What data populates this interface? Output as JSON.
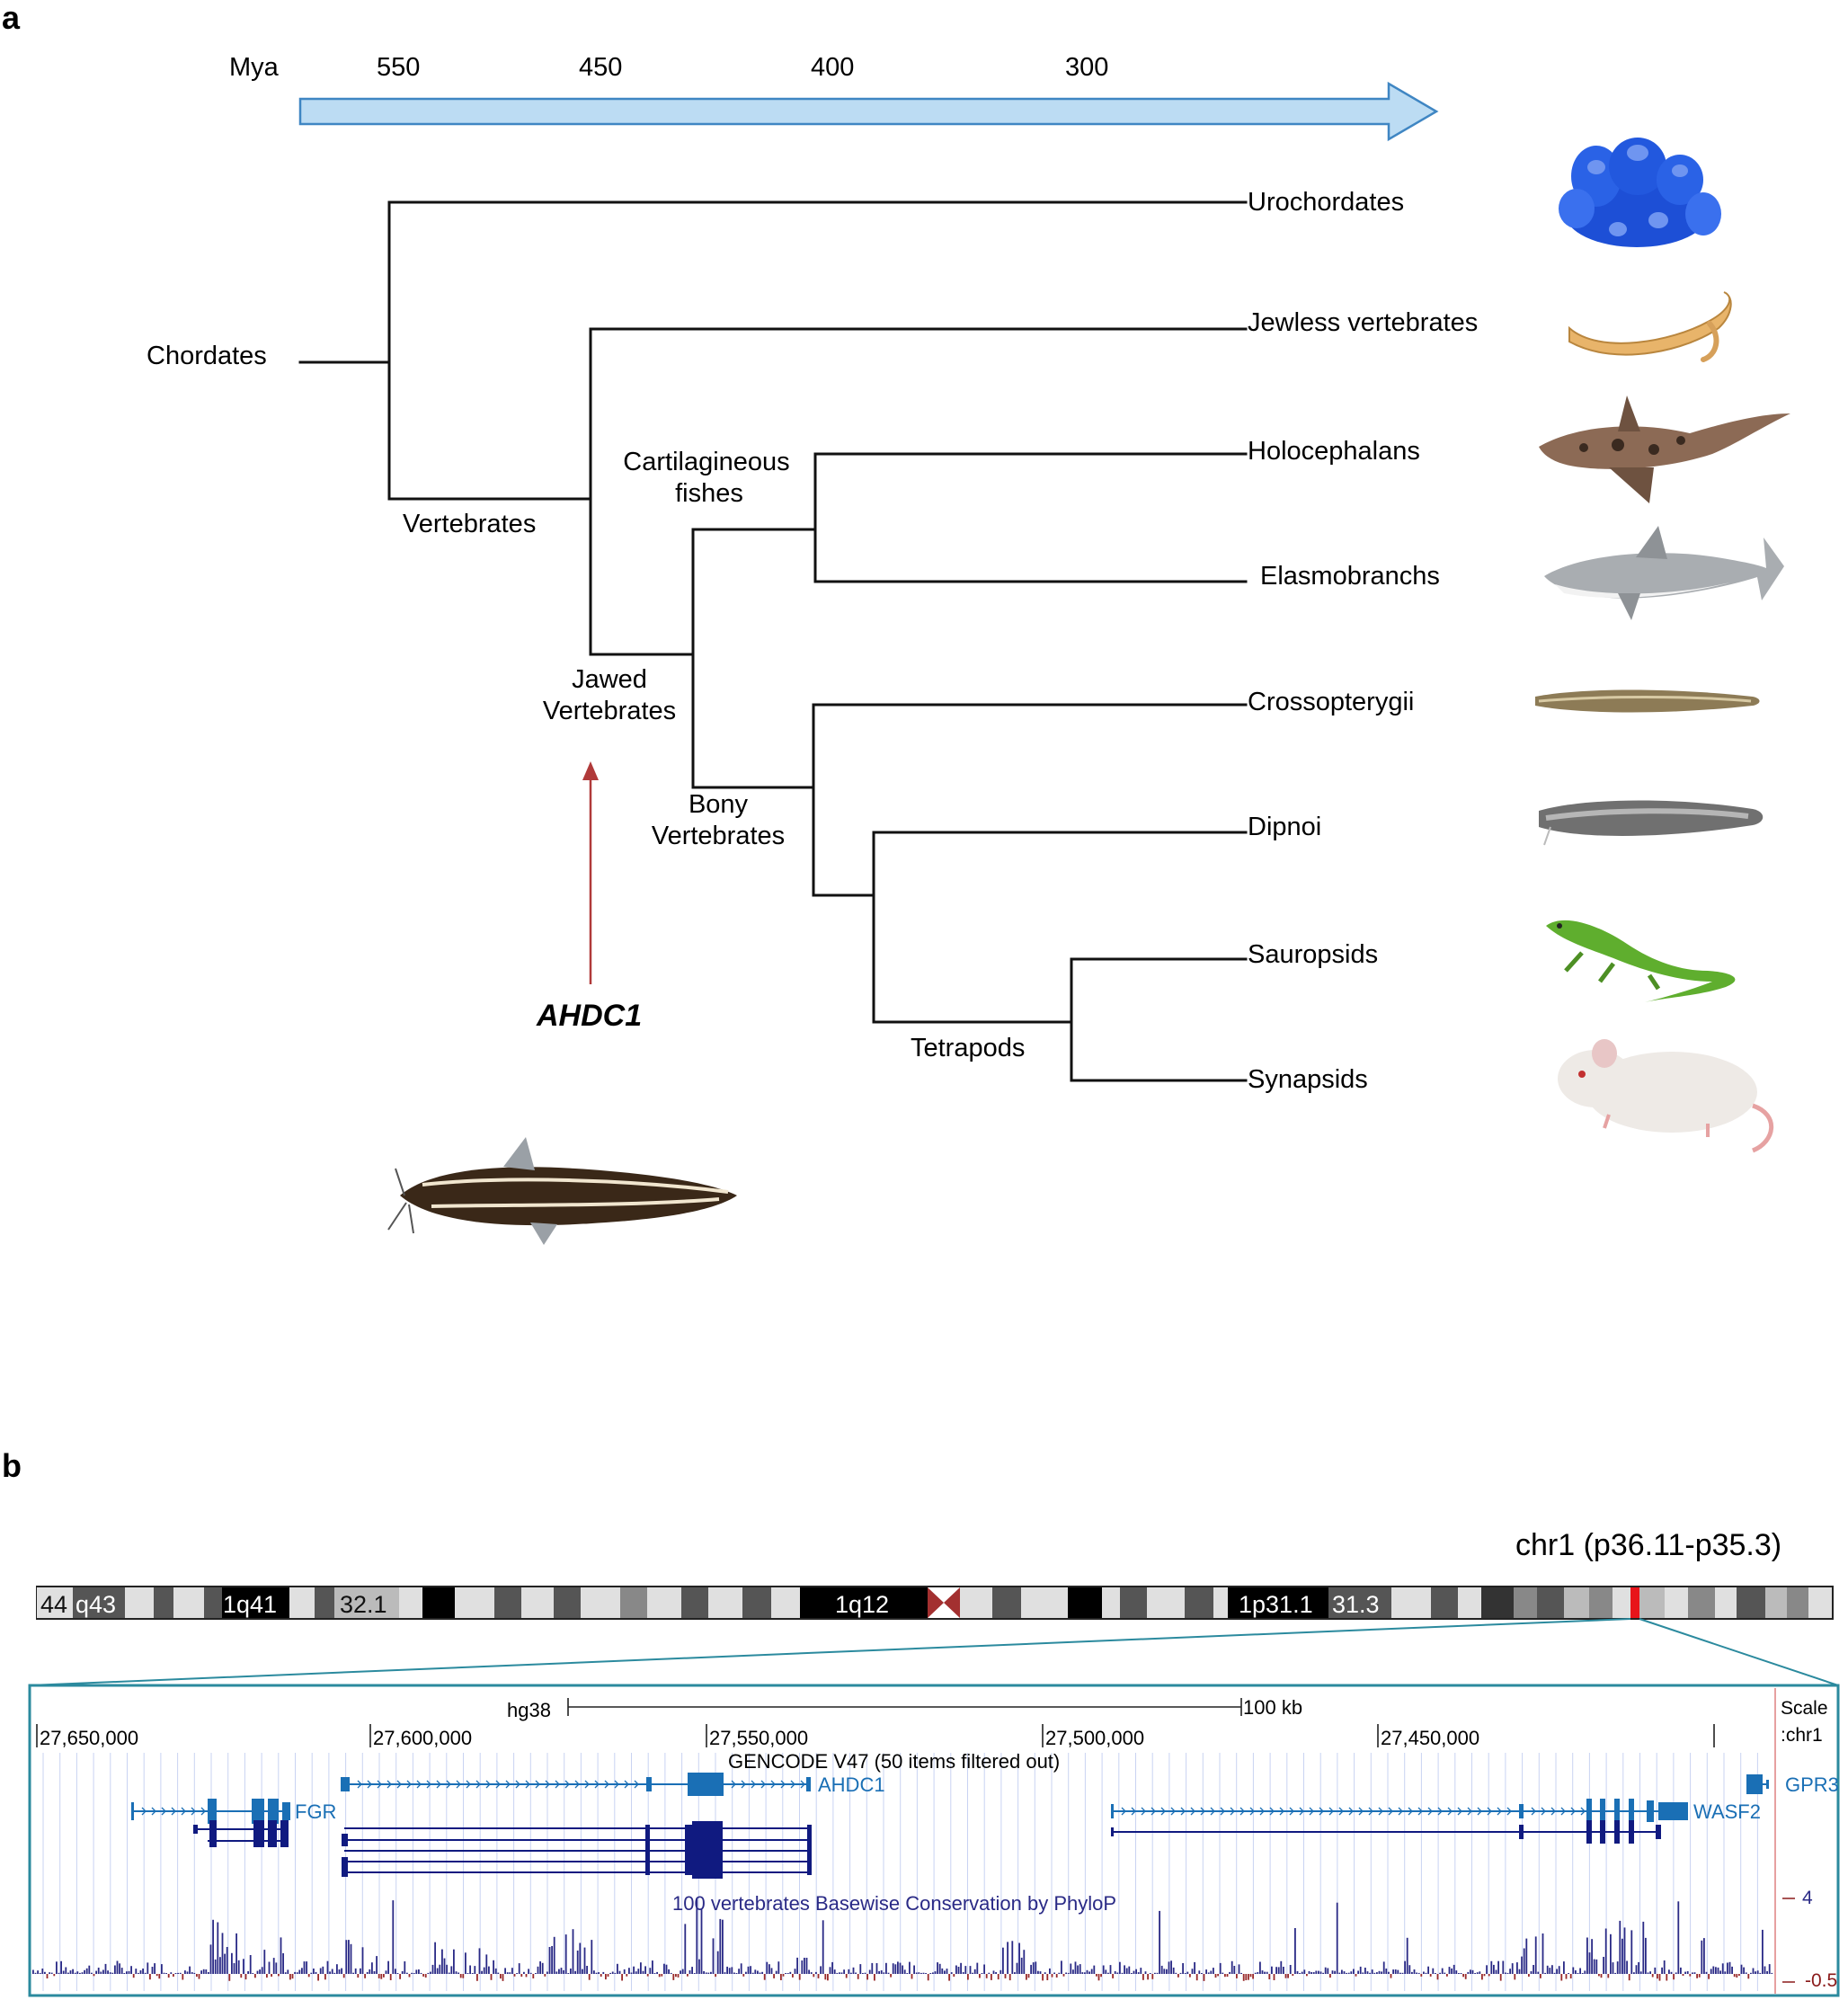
{
  "panel_a": {
    "label": "a",
    "timeline": {
      "unit": "Mya",
      "ticks": [
        "550",
        "450",
        "400",
        "300"
      ]
    },
    "clades": {
      "chordates": "Chordates",
      "vertebrates": "Vertebrates",
      "jawed_line1": "Jawed",
      "jawed_line2": "Vertebrates",
      "cartilaginous_line1": "Cartilagineous",
      "cartilaginous_line2": "fishes",
      "bony_line1": "Bony",
      "bony_line2": "Vertebrates",
      "tetrapods": "Tetrapods"
    },
    "taxa": [
      {
        "name": "Urochordates",
        "icon": "sea-squirt-colony-icon"
      },
      {
        "name": "Jewless vertebrates",
        "icon": "lamprey-icon"
      },
      {
        "name": "Holocephalans",
        "icon": "chimaera-icon"
      },
      {
        "name": "Elasmobranchs",
        "icon": "shark-icon"
      },
      {
        "name": "Crossopterygii",
        "icon": "coelacanth-eel-icon"
      },
      {
        "name": "Dipnoi",
        "icon": "lungfish-icon"
      },
      {
        "name": "Sauropsids",
        "icon": "lizard-icon"
      },
      {
        "name": "Synapsids",
        "icon": "mouse-icon"
      }
    ],
    "gene_label": "AHDC1",
    "gene_arrow_color": "#b03a3a",
    "fish_icon": "catfish-icon"
  },
  "panel_b": {
    "label": "b",
    "chromosome": {
      "title": "chr1 (p36.11-p35.3)",
      "bands": [
        "44",
        "q43",
        "1q41",
        "32.1",
        "1q12",
        "1p31.1",
        "31.3"
      ],
      "highlight_color": "#e8141a"
    },
    "browser": {
      "assembly": "hg38",
      "scale_bar": "100 kb",
      "scale_label": "Scale",
      "chrom_label": ":chr1",
      "positions": [
        "27,650,000",
        "27,600,000",
        "27,550,000",
        "27,500,000",
        "27,450,000"
      ],
      "track_gencode": "GENCODE V47 (50 items filtered out)",
      "genes": [
        "FGR",
        "AHDC1",
        "WASF2",
        "GPR3"
      ],
      "track_phylop": "100 vertebrates Basewise Conservation by PhyloP",
      "phylop_max": "4",
      "phylop_min": "-0.5",
      "gene_color": "#1a6fb5",
      "transcript_color": "#101a80",
      "phylop_color": "#2a2a86",
      "frame_color": "#2b8a9e"
    }
  }
}
